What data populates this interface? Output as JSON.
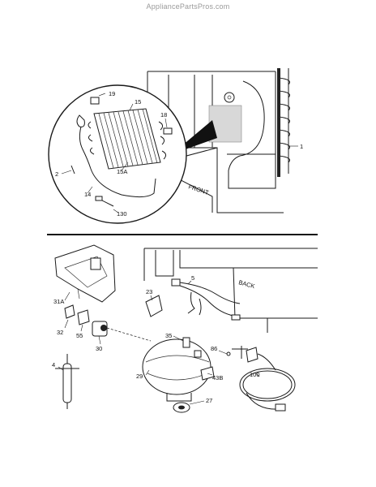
{
  "watermark": "AppliancePartsPros.com",
  "top_panel": {
    "housing_labels": {
      "front": "FRONT"
    },
    "parts": [
      {
        "id": "19",
        "label": "19"
      },
      {
        "id": "15",
        "label": "15"
      },
      {
        "id": "18",
        "label": "18"
      },
      {
        "id": "1",
        "label": "1"
      },
      {
        "id": "2",
        "label": "2"
      },
      {
        "id": "15A",
        "label": "15A"
      },
      {
        "id": "14",
        "label": "14"
      },
      {
        "id": "130",
        "label": "130"
      }
    ]
  },
  "bottom_panel": {
    "housing_labels": {
      "back": "BACK"
    },
    "parts": [
      {
        "id": "5",
        "label": "5"
      },
      {
        "id": "23",
        "label": "23"
      },
      {
        "id": "31A",
        "label": "31A"
      },
      {
        "id": "32",
        "label": "32"
      },
      {
        "id": "55",
        "label": "55"
      },
      {
        "id": "30",
        "label": "30"
      },
      {
        "id": "35",
        "label": "35"
      },
      {
        "id": "4",
        "label": "4"
      },
      {
        "id": "29",
        "label": "29"
      },
      {
        "id": "86",
        "label": "86"
      },
      {
        "id": "43B",
        "label": "43B"
      },
      {
        "id": "100",
        "label": "100"
      },
      {
        "id": "27",
        "label": "27"
      }
    ]
  }
}
